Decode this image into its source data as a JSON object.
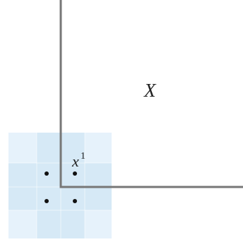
{
  "diagram": {
    "region_label": "X",
    "point_label": {
      "base": "x",
      "superscript": "1"
    }
  },
  "colors": {
    "frame_stroke": "#777777",
    "grid_light": "#e6f2fb",
    "grid_medium": "#d6e9f6",
    "grid_border": "#ffffff",
    "point_fill": "#111111",
    "text": "#222222"
  }
}
